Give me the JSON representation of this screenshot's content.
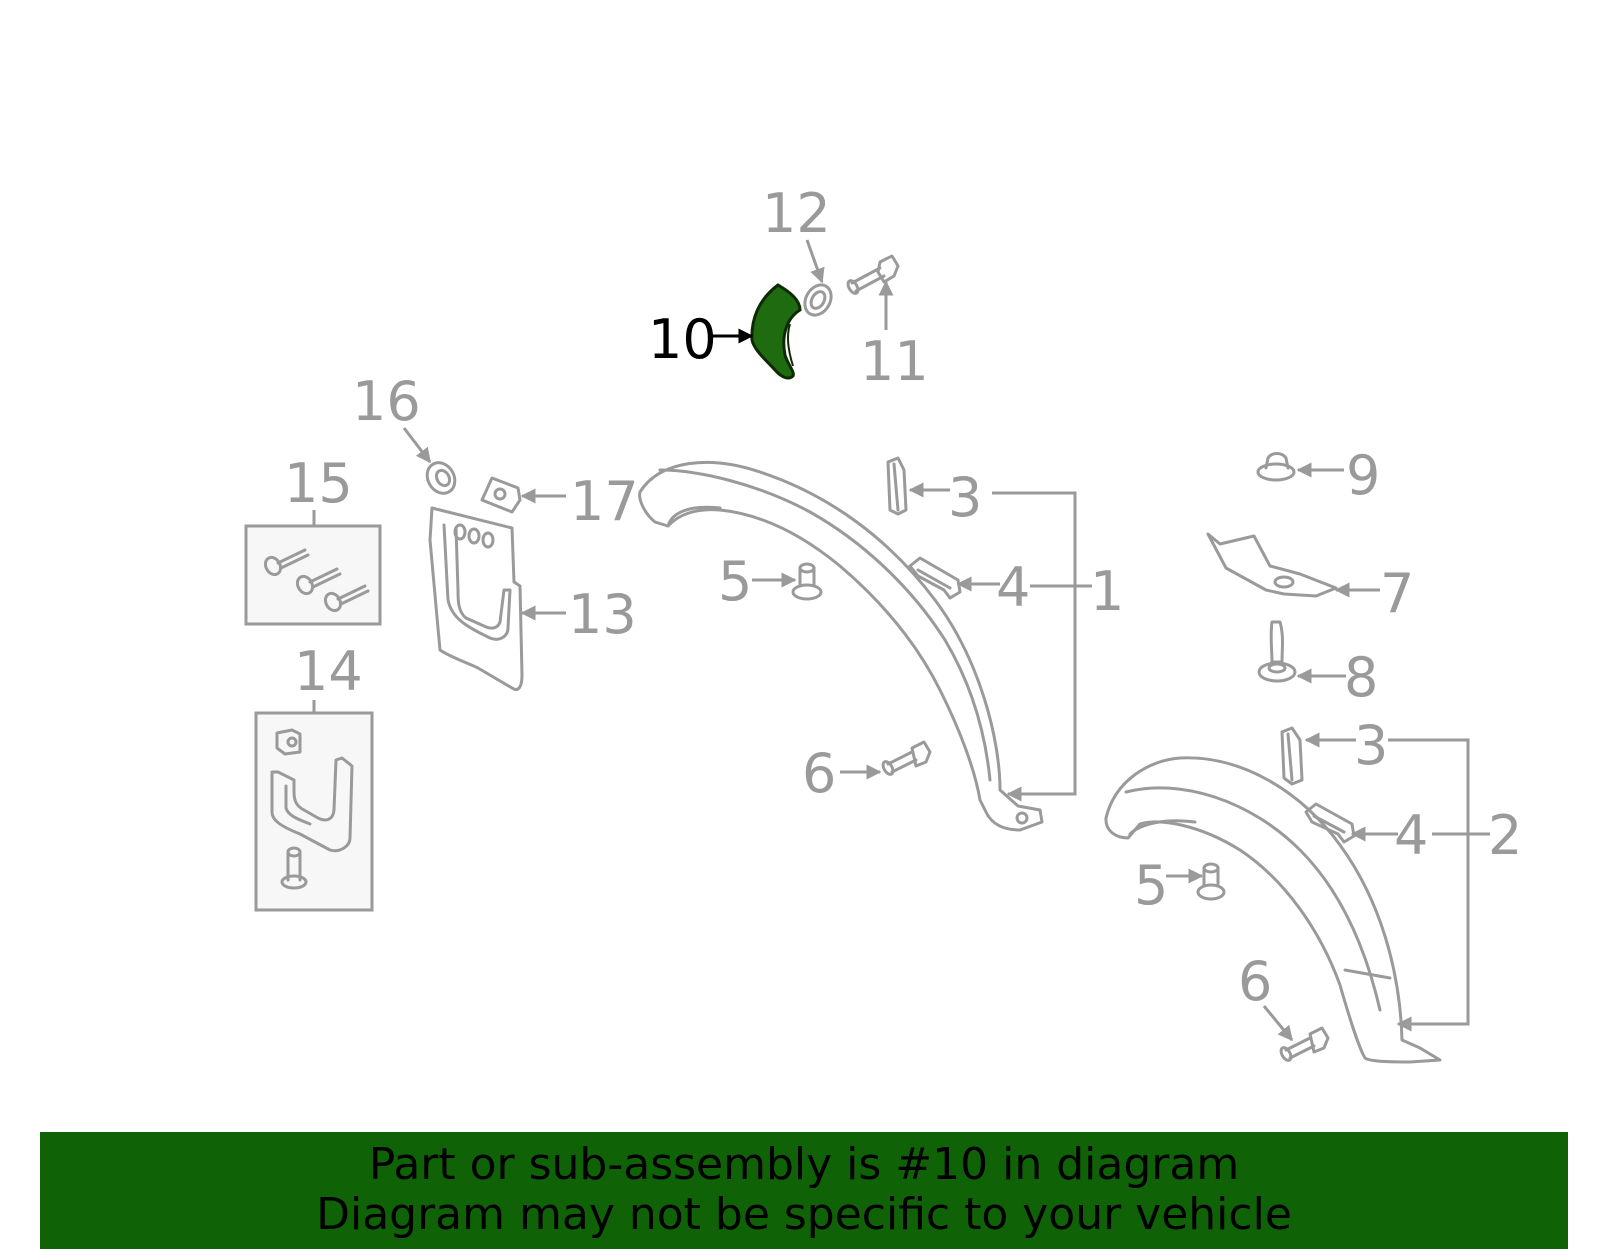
{
  "colors": {
    "highlight": "#1f6b0f",
    "highlight_stroke": "#0d2a05",
    "part_gray": "#9a9a9a",
    "banner": "#106206",
    "selected_text": "#000000"
  },
  "callouts": [
    {
      "id": "c10",
      "label": "10",
      "selected": true
    },
    {
      "id": "c12",
      "label": "12"
    },
    {
      "id": "c11",
      "label": "11"
    },
    {
      "id": "c16",
      "label": "16"
    },
    {
      "id": "c15",
      "label": "15"
    },
    {
      "id": "c17",
      "label": "17"
    },
    {
      "id": "c13",
      "label": "13"
    },
    {
      "id": "c14",
      "label": "14"
    },
    {
      "id": "c3a",
      "label": "3"
    },
    {
      "id": "c4a",
      "label": "4"
    },
    {
      "id": "c1",
      "label": "1"
    },
    {
      "id": "c5a",
      "label": "5"
    },
    {
      "id": "c6a",
      "label": "6"
    },
    {
      "id": "c9",
      "label": "9"
    },
    {
      "id": "c7",
      "label": "7"
    },
    {
      "id": "c8",
      "label": "8"
    },
    {
      "id": "c3b",
      "label": "3"
    },
    {
      "id": "c4b",
      "label": "4"
    },
    {
      "id": "c2",
      "label": "2"
    },
    {
      "id": "c5b",
      "label": "5"
    },
    {
      "id": "c6b",
      "label": "6"
    }
  ],
  "footer": {
    "line1": "Part or sub-assembly is #10 in diagram",
    "line2": "Diagram may not be specific to your vehicle"
  }
}
